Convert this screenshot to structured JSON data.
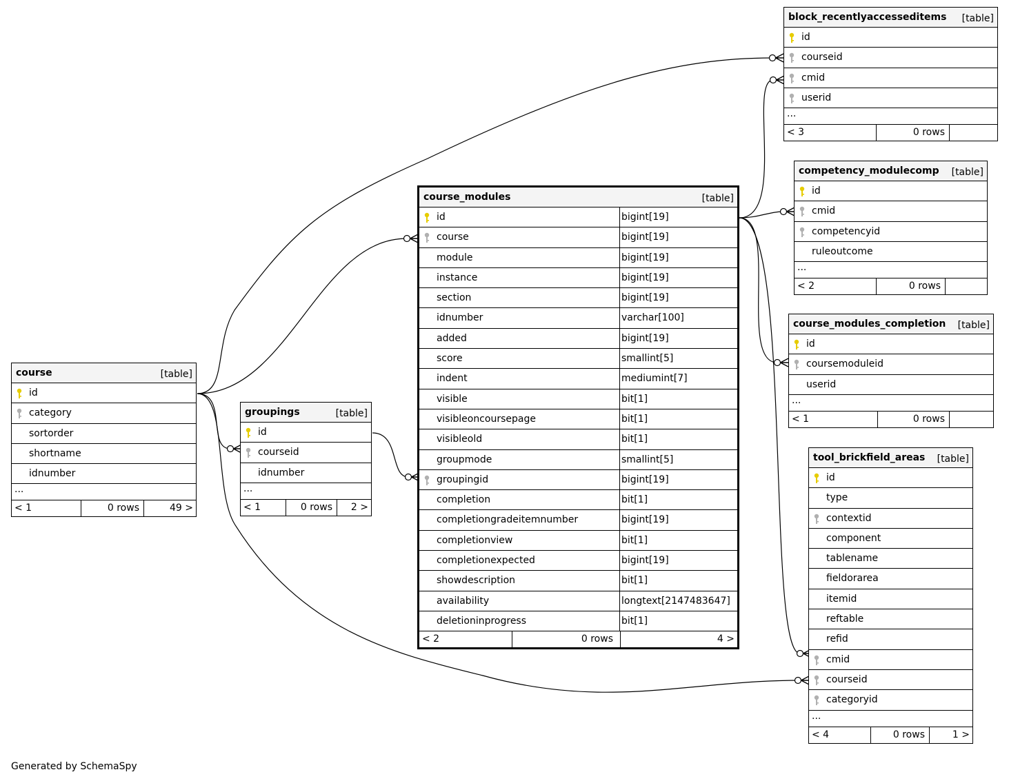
{
  "diagram": {
    "focus_table": "course_modules",
    "tables": {
      "course": {
        "name": "course",
        "tag": "[table]",
        "columns": [
          {
            "name": "id",
            "key": "primary"
          },
          {
            "name": "category",
            "key": "foreign"
          },
          {
            "name": "sortorder",
            "key": ""
          },
          {
            "name": "shortname",
            "key": ""
          },
          {
            "name": "idnumber",
            "key": ""
          }
        ],
        "ellipsis": "...",
        "footer": {
          "parents": "< 1",
          "rows": "0 rows",
          "children": "49 >"
        }
      },
      "groupings": {
        "name": "groupings",
        "tag": "[table]",
        "columns": [
          {
            "name": "id",
            "key": "primary"
          },
          {
            "name": "courseid",
            "key": "foreign"
          },
          {
            "name": "idnumber",
            "key": ""
          }
        ],
        "ellipsis": "...",
        "footer": {
          "parents": "< 1",
          "rows": "0 rows",
          "children": "2 >"
        }
      },
      "course_modules": {
        "name": "course_modules",
        "tag": "[table]",
        "columns": [
          {
            "name": "id",
            "type": "bigint[19]",
            "key": "primary"
          },
          {
            "name": "course",
            "type": "bigint[19]",
            "key": "foreign"
          },
          {
            "name": "module",
            "type": "bigint[19]",
            "key": ""
          },
          {
            "name": "instance",
            "type": "bigint[19]",
            "key": ""
          },
          {
            "name": "section",
            "type": "bigint[19]",
            "key": ""
          },
          {
            "name": "idnumber",
            "type": "varchar[100]",
            "key": ""
          },
          {
            "name": "added",
            "type": "bigint[19]",
            "key": ""
          },
          {
            "name": "score",
            "type": "smallint[5]",
            "key": ""
          },
          {
            "name": "indent",
            "type": "mediumint[7]",
            "key": ""
          },
          {
            "name": "visible",
            "type": "bit[1]",
            "key": ""
          },
          {
            "name": "visibleoncoursepage",
            "type": "bit[1]",
            "key": ""
          },
          {
            "name": "visibleold",
            "type": "bit[1]",
            "key": ""
          },
          {
            "name": "groupmode",
            "type": "smallint[5]",
            "key": ""
          },
          {
            "name": "groupingid",
            "type": "bigint[19]",
            "key": "foreign"
          },
          {
            "name": "completion",
            "type": "bit[1]",
            "key": ""
          },
          {
            "name": "completiongradeitemnumber",
            "type": "bigint[19]",
            "key": ""
          },
          {
            "name": "completionview",
            "type": "bit[1]",
            "key": ""
          },
          {
            "name": "completionexpected",
            "type": "bigint[19]",
            "key": ""
          },
          {
            "name": "showdescription",
            "type": "bit[1]",
            "key": ""
          },
          {
            "name": "availability",
            "type": "longtext[2147483647]",
            "key": ""
          },
          {
            "name": "deletioninprogress",
            "type": "bit[1]",
            "key": ""
          }
        ],
        "footer": {
          "parents": "< 2",
          "rows": "0 rows",
          "children": "4 >"
        }
      },
      "block_recentlyaccesseditems": {
        "name": "block_recentlyaccesseditems",
        "tag": "[table]",
        "columns": [
          {
            "name": "id",
            "key": "primary"
          },
          {
            "name": "courseid",
            "key": "foreign"
          },
          {
            "name": "cmid",
            "key": "foreign"
          },
          {
            "name": "userid",
            "key": "foreign"
          }
        ],
        "ellipsis": "...",
        "footer": {
          "parents": "< 3",
          "rows": "0 rows",
          "children": ""
        }
      },
      "competency_modulecomp": {
        "name": "competency_modulecomp",
        "tag": "[table]",
        "columns": [
          {
            "name": "id",
            "key": "primary"
          },
          {
            "name": "cmid",
            "key": "foreign"
          },
          {
            "name": "competencyid",
            "key": "foreign"
          },
          {
            "name": "ruleoutcome",
            "key": ""
          }
        ],
        "ellipsis": "...",
        "footer": {
          "parents": "< 2",
          "rows": "0 rows",
          "children": ""
        }
      },
      "course_modules_completion": {
        "name": "course_modules_completion",
        "tag": "[table]",
        "columns": [
          {
            "name": "id",
            "key": "primary"
          },
          {
            "name": "coursemoduleid",
            "key": "foreign"
          },
          {
            "name": "userid",
            "key": ""
          }
        ],
        "ellipsis": "...",
        "footer": {
          "parents": "< 1",
          "rows": "0 rows",
          "children": ""
        }
      },
      "tool_brickfield_areas": {
        "name": "tool_brickfield_areas",
        "tag": "[table]",
        "columns": [
          {
            "name": "id",
            "key": "primary"
          },
          {
            "name": "type",
            "key": ""
          },
          {
            "name": "contextid",
            "key": "foreign"
          },
          {
            "name": "component",
            "key": ""
          },
          {
            "name": "tablename",
            "key": ""
          },
          {
            "name": "fieldorarea",
            "key": ""
          },
          {
            "name": "itemid",
            "key": ""
          },
          {
            "name": "reftable",
            "key": ""
          },
          {
            "name": "refid",
            "key": ""
          },
          {
            "name": "cmid",
            "key": "foreign"
          },
          {
            "name": "courseid",
            "key": "foreign"
          },
          {
            "name": "categoryid",
            "key": "foreign"
          }
        ],
        "ellipsis": "...",
        "footer": {
          "parents": "< 4",
          "rows": "0 rows",
          "children": "1 >"
        }
      }
    },
    "relationships": [
      {
        "from": "course.id",
        "to": "course_modules.course"
      },
      {
        "from": "course.id",
        "to": "groupings.courseid"
      },
      {
        "from": "course.id",
        "to": "block_recentlyaccesseditems.courseid"
      },
      {
        "from": "course.id",
        "to": "tool_brickfield_areas.courseid"
      },
      {
        "from": "groupings.id",
        "to": "course_modules.groupingid"
      },
      {
        "from": "course_modules.id",
        "to": "block_recentlyaccesseditems.cmid"
      },
      {
        "from": "course_modules.id",
        "to": "competency_modulecomp.cmid"
      },
      {
        "from": "course_modules.id",
        "to": "course_modules_completion.coursemoduleid"
      },
      {
        "from": "course_modules.id",
        "to": "tool_brickfield_areas.cmid"
      }
    ],
    "colors": {
      "primary_key": "#e6cc00",
      "foreign_key": "#b0b0b0",
      "header_bg": "#f4f4f4"
    }
  },
  "footer_note": "Generated by SchemaSpy"
}
